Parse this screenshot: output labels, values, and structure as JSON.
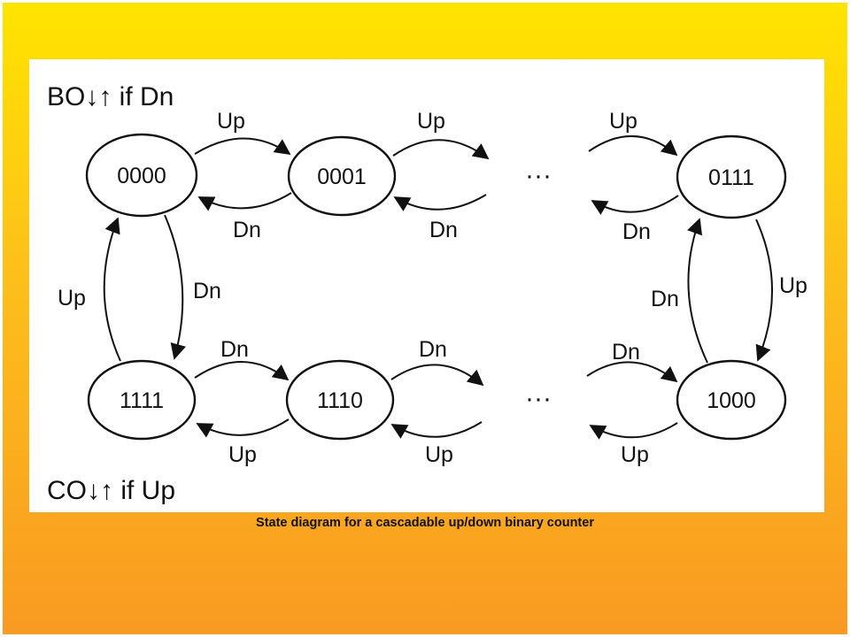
{
  "diagram": {
    "states": {
      "s0000": "0000",
      "s0001": "0001",
      "s0111": "0111",
      "s1111": "1111",
      "s1110": "1110",
      "s1000": "1000"
    },
    "edges": {
      "up": "Up",
      "dn": "Dn"
    },
    "ellipsis": "···",
    "borrow_label": "BO↓↑ if Dn",
    "carry_label": "CO↓↑ if Up"
  },
  "caption": "State diagram for a cascadable up/down binary counter"
}
